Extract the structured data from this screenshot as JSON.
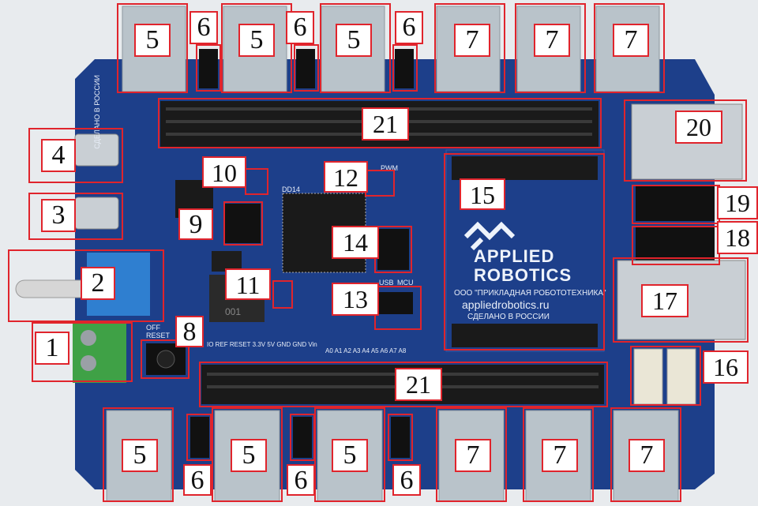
{
  "board": {
    "brand_line1": "APPLIED",
    "brand_line2": "ROBOTICS",
    "company": "ООО \"ПРИКЛАДНАЯ РОБОТОТЕХНИКА\"",
    "website": "appliedrobotics.ru",
    "made_in": "СДЕЛАНО В РОССИИ",
    "made_in_vertical": "СДЕЛАНО В РОССИИ",
    "usb_label": "USB",
    "mcu_label": "MCU",
    "pwm_label": "PWM",
    "off_label": "OFF",
    "reset_label": "RESET",
    "power_pins": "IO REF  RESET  3.3V  5V  GND  GND  Vin",
    "analog_pins": "A0  A1  A2  A3  A4  A5  A6  A7  A8",
    "ic_marking": "DD14",
    "inductor_marking": "001"
  },
  "callouts": {
    "c1": "1",
    "c2": "2",
    "c3": "3",
    "c4": "4",
    "c5a": "5",
    "c5b": "5",
    "c5c": "5",
    "c5d": "5",
    "c5e": "5",
    "c5f": "5",
    "c6a": "6",
    "c6b": "6",
    "c6c": "6",
    "c6d": "6",
    "c6e": "6",
    "c6f": "6",
    "c7a": "7",
    "c7b": "7",
    "c7c": "7",
    "c7d": "7",
    "c7e": "7",
    "c7f": "7",
    "c8": "8",
    "c9": "9",
    "c10": "10",
    "c11": "11",
    "c12": "12",
    "c13": "13",
    "c14": "14",
    "c15": "15",
    "c16": "16",
    "c17": "17",
    "c18": "18",
    "c19": "19",
    "c20": "20",
    "c21a": "21",
    "c21b": "21"
  },
  "colors": {
    "pcb": "#1d3f8a",
    "callout": "#e0242c",
    "connector": "#b9c3ca",
    "header": "#1a1a1a",
    "terminal": "#3fa146"
  }
}
